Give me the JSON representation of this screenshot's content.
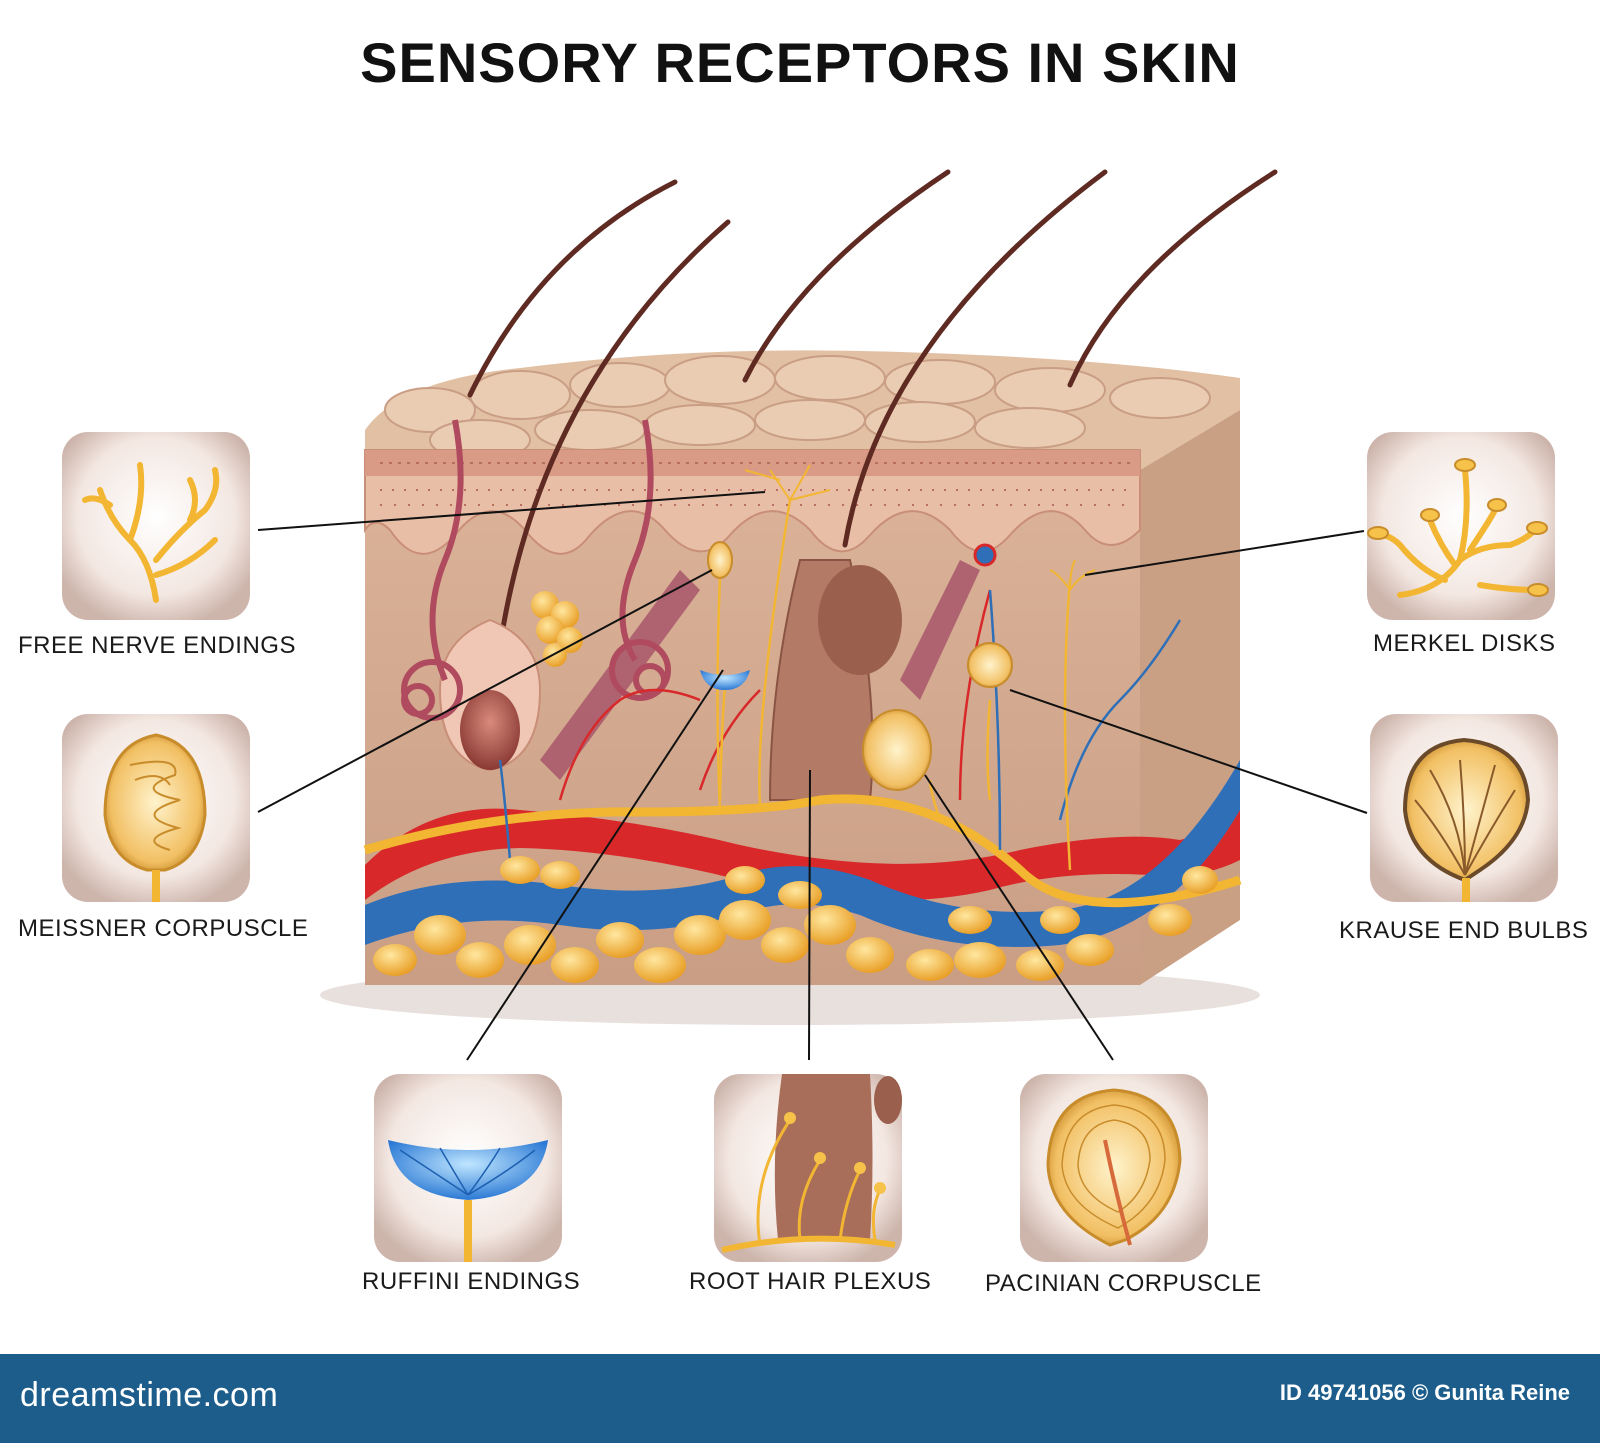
{
  "title": "SENSORY RECEPTORS IN SKIN",
  "receptors": [
    {
      "label": "FREE NERVE ENDINGS",
      "icon": "free-nerve-endings-icon"
    },
    {
      "label": "MEISSNER CORPUSCLE",
      "icon": "meissner-corpuscle-icon"
    },
    {
      "label": "MERKEL DISKS",
      "icon": "merkel-disks-icon"
    },
    {
      "label": "KRAUSE END BULBS",
      "icon": "krause-end-bulbs-icon"
    },
    {
      "label": "RUFFINI ENDINGS",
      "icon": "ruffini-endings-icon"
    },
    {
      "label": "ROOT HAIR PLEXUS",
      "icon": "root-hair-plexus-icon"
    },
    {
      "label": "PACINIAN CORPUSCLE",
      "icon": "pacinian-corpuscle-icon"
    }
  ],
  "footer": {
    "brand": "dreamstime.com",
    "credit": "ID 49741056 © Gunita Reine"
  },
  "colors": {
    "skin": "#d9b59a",
    "epidermis": "#e8bfa6",
    "artery": "#d8282a",
    "vein": "#2e6fb8",
    "nerve": "#f2b632",
    "fat": "#f3b93d",
    "footer": "#1c5d8b"
  }
}
